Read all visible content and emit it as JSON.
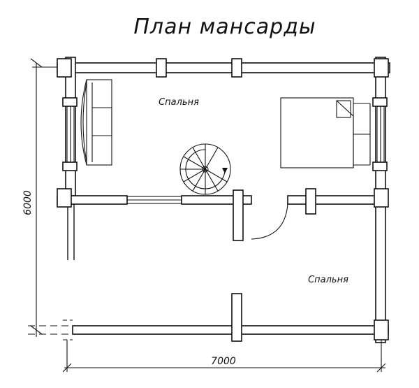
{
  "title": "План мансарды",
  "rooms": {
    "upper_bedroom": "Спальня",
    "lower_bedroom": "Спальня"
  },
  "dimensions": {
    "height": "6000",
    "width": "7000"
  },
  "colors": {
    "ink": "#111111",
    "paper": "#ffffff"
  }
}
